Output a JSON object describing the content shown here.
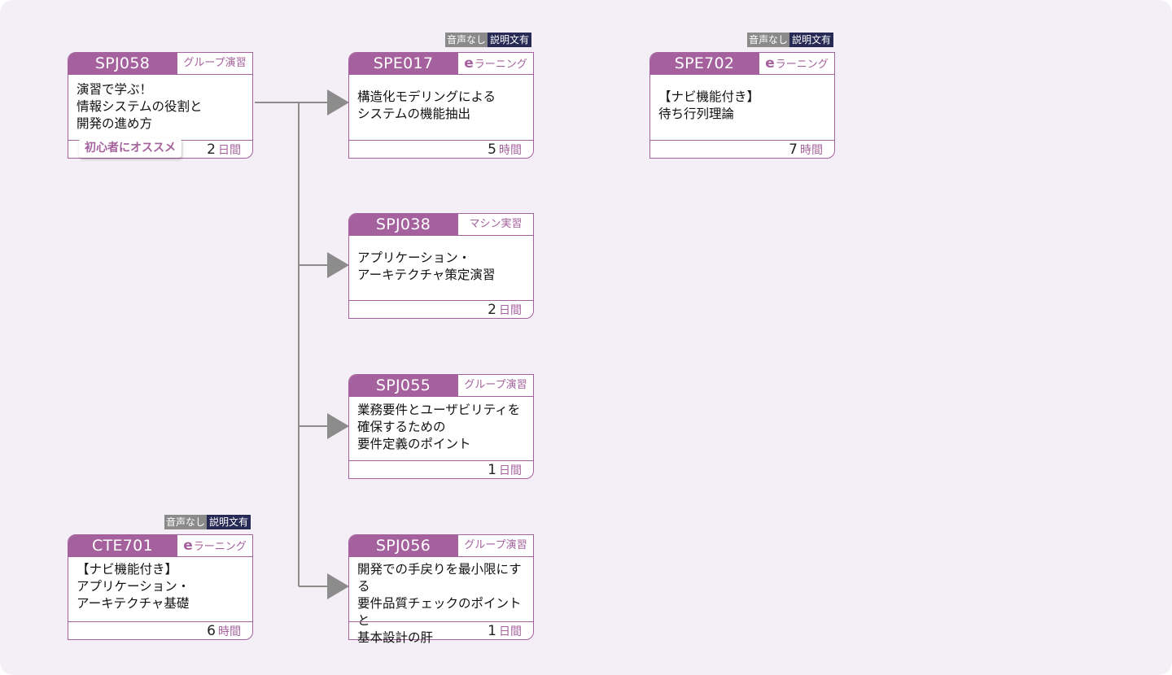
{
  "audio_badge": {
    "no_audio": "音声なし",
    "with_caption": "説明文有"
  },
  "beginner_badge": "初心者にオススメ",
  "courses": {
    "spj058": {
      "code": "SPJ058",
      "type": "グループ演習",
      "title": "演習で学ぶ！\n情報システムの役割と\n開発の進め方",
      "duration": "2",
      "unit": "日間"
    },
    "spe017": {
      "code": "SPE017",
      "type_e": "e",
      "type": "ラーニング",
      "title": "構造化モデリングによる\nシステムの機能抽出",
      "duration": "5",
      "unit": "時間"
    },
    "spe702": {
      "code": "SPE702",
      "type_e": "e",
      "type": "ラーニング",
      "title": "【ナビ機能付き】\n待ち行列理論",
      "duration": "7",
      "unit": "時間"
    },
    "spj038": {
      "code": "SPJ038",
      "type": "マシン実習",
      "title": "アプリケーション・\nアーキテクチャ策定演習",
      "duration": "2",
      "unit": "日間"
    },
    "spj055": {
      "code": "SPJ055",
      "type": "グループ演習",
      "title": "業務要件とユーザビリティを\n確保するための\n要件定義のポイント",
      "duration": "1",
      "unit": "日間"
    },
    "cte701": {
      "code": "CTE701",
      "type_e": "e",
      "type": "ラーニング",
      "title": "【ナビ機能付き】\nアプリケーション・\nアーキテクチャ基礎",
      "duration": "6",
      "unit": "時間"
    },
    "spj056": {
      "code": "SPJ056",
      "type": "グループ演習",
      "title": "開発での手戻りを最小限にする\n要件品質チェックのポイントと\n基本設計の肝",
      "duration": "1",
      "unit": "日間"
    }
  },
  "colors": {
    "accent": "#a4619d",
    "background": "#f4eff6",
    "connector": "#8c8c8c",
    "badge_gray": "#8a8a8a",
    "badge_navy": "#262a55"
  }
}
